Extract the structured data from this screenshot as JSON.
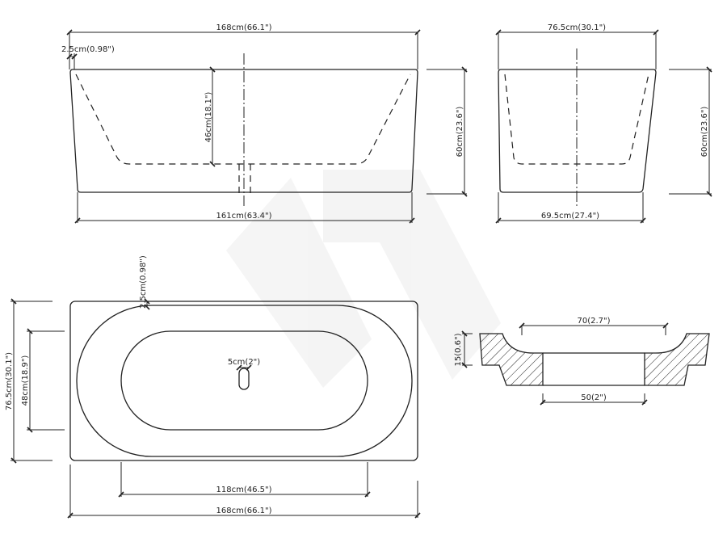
{
  "front_view": {
    "overall_length": "168cm(66.1\")",
    "rim_thickness": "2.5cm(0.98\")",
    "inner_depth": "46cm(18.1\")",
    "height": "60cm(23.6\")",
    "base_length": "161cm(63.4\")"
  },
  "side_view": {
    "top_width": "76.5cm(30.1\")",
    "height": "60cm(23.6\")",
    "base_width": "69.5cm(27.4\")"
  },
  "plan_view": {
    "rim_thickness": "2.5cm(0.98\")",
    "drain": "5cm(2\")",
    "overall_width": "76.5cm(30.1\")",
    "inner_width": "48cm(18.9\")",
    "inner_length": "118cm(46.5\")",
    "overall_length": "168cm(66.1\")"
  },
  "drain_detail": {
    "top_opening": "70(2.7\")",
    "depth": "15(0.6\")",
    "bottom_opening": "50(2\")"
  }
}
